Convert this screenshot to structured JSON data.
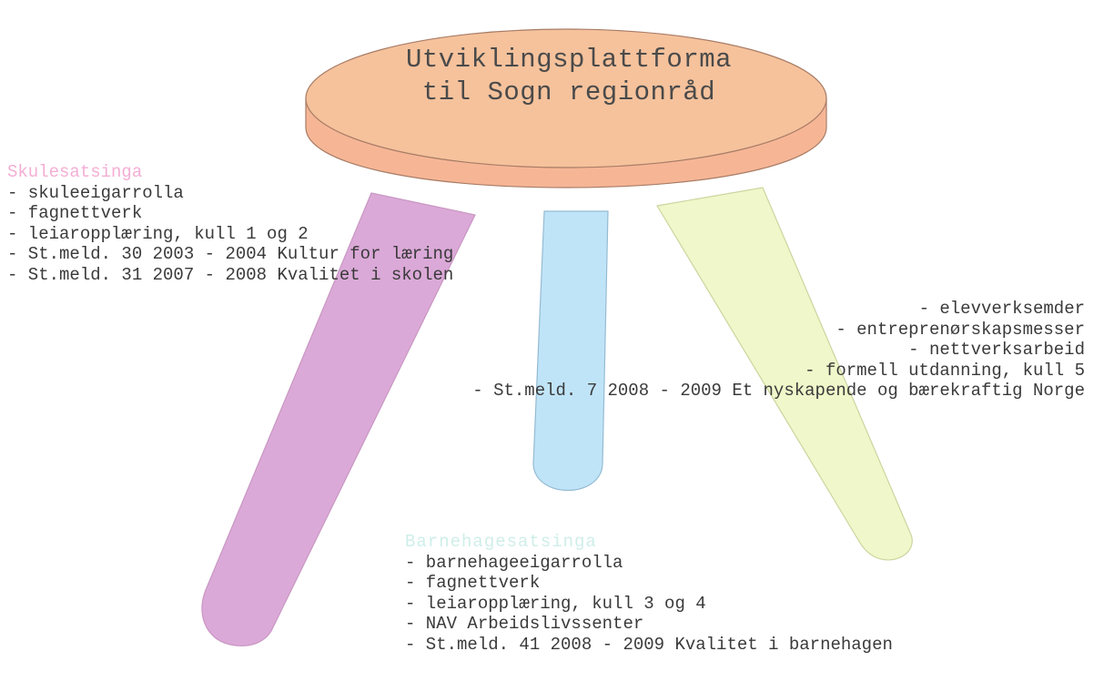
{
  "seat": {
    "title_line1": "Utviklingsplattforma",
    "title_line2": "til Sogn regionråd",
    "color": "#f5c29c"
  },
  "skule": {
    "heading": "Skulesatsinga",
    "heading_color": "#f4aed4",
    "leg_color": "#d9a2d5",
    "items": [
      "- skuleeigarrolla",
      "- fagnettverk",
      "- leiaropplæring, kull 1 og 2",
      "- St.meld. 30 2003 - 2004 Kultur for læring",
      "- St.meld. 31 2007 - 2008 Kvalitet i skolen"
    ]
  },
  "entreprenorskap": {
    "leg_color": "#f0f7c8",
    "items": [
      "- elevverksemder",
      "- entreprenørskapsmesser",
      "- nettverksarbeid",
      "- formell utdanning, kull 5",
      "- St.meld. 7 2008 - 2009 Et nyskapende og bærekraftig Norge"
    ]
  },
  "barnehage": {
    "heading": "Barnehagesatsinga",
    "heading_color": "#cfeee9",
    "leg_color": "#bde3f7",
    "items": [
      "- barnehageeigarrolla",
      "- fagnettverk",
      "- leiaropplæring, kull 3 og 4",
      "- NAV Arbeidslivssenter",
      "- St.meld. 41 2008 - 2009 Kvalitet i barnehagen"
    ]
  }
}
